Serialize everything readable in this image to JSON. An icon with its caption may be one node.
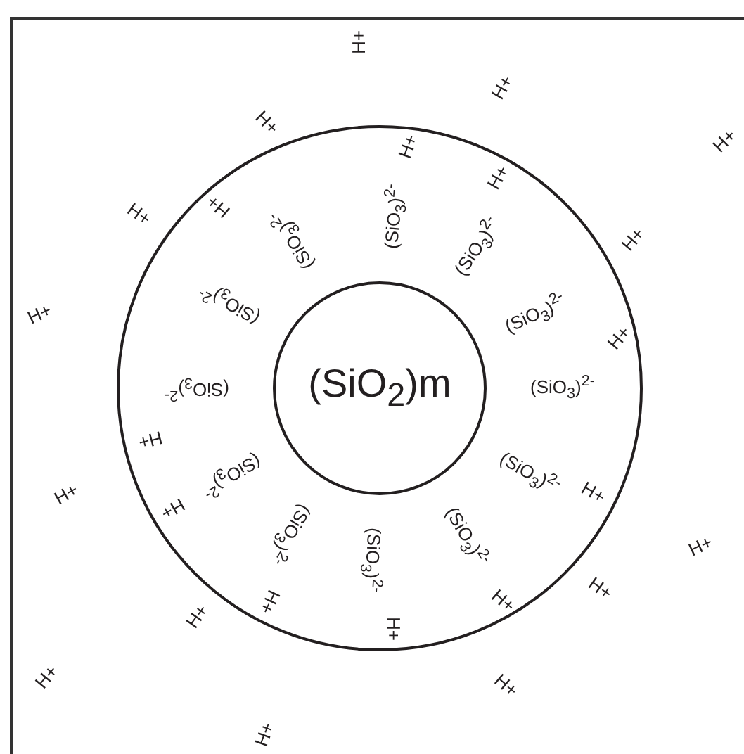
{
  "diagram": {
    "nodes": [
      {
        "text": [
          "(SiO$_{3}$)$^{2-}$",
          "(SiO$_{3}$)$^{2-}$",
          "(SiO$_{3}$)$^{2-}$",
          "(SiO$_{3}$)$^{2-}$",
          "(SiO$_{3}$)$^{2-}$",
          "(SiO$_{3}$)$^{2-}$",
          "(SiO$_{3}$)$^{2-}$",
          "(SiO$_{3}$)$^{2-}$",
          "(SiO$_{3}$)$^{2-}$",
          "(SiO$_{3}$)$^{2-}$",
          "(SiO$_{3}$)$^{2-}$",
          "(SiO$_{3}$)$^{2-}$",
          "H+",
          "H+",
          "H+",
          "H+",
          "H+",
          "H+",
          "H+",
          "H+",
          "H+",
          "H+"
        ]
      },
      {
        "text": [
          "(SiO$_{2}$)m"
        ],
        "in": 0
      }
    ],
    "labels": [
      "H+",
      "H+",
      "H+",
      "H+",
      "H+",
      "H+",
      "H+",
      "H+",
      "H+",
      "H+",
      "H+",
      "H+",
      "H+",
      "H+"
    ]
  }
}
